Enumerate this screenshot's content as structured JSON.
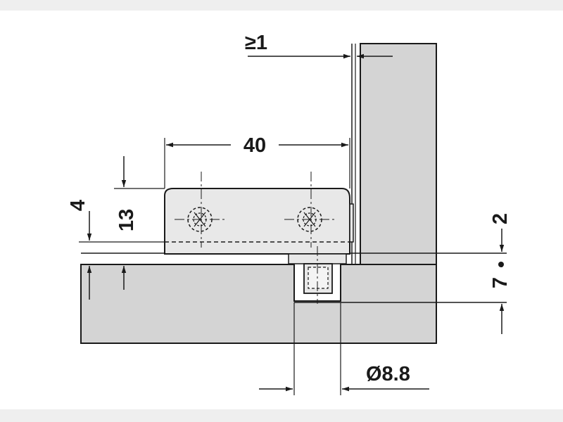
{
  "diagram": {
    "labels": {
      "gap_min": "≥1",
      "width": "40",
      "height": "13",
      "overlap": "4",
      "offset_top": "2",
      "depth": "7",
      "diameter": "Ø8.8"
    },
    "colors": {
      "panel_fill": "#d4d4d4",
      "body_fill": "#e8e8e8",
      "line": "#1a1a1a",
      "frame_band": "#efefef"
    }
  }
}
